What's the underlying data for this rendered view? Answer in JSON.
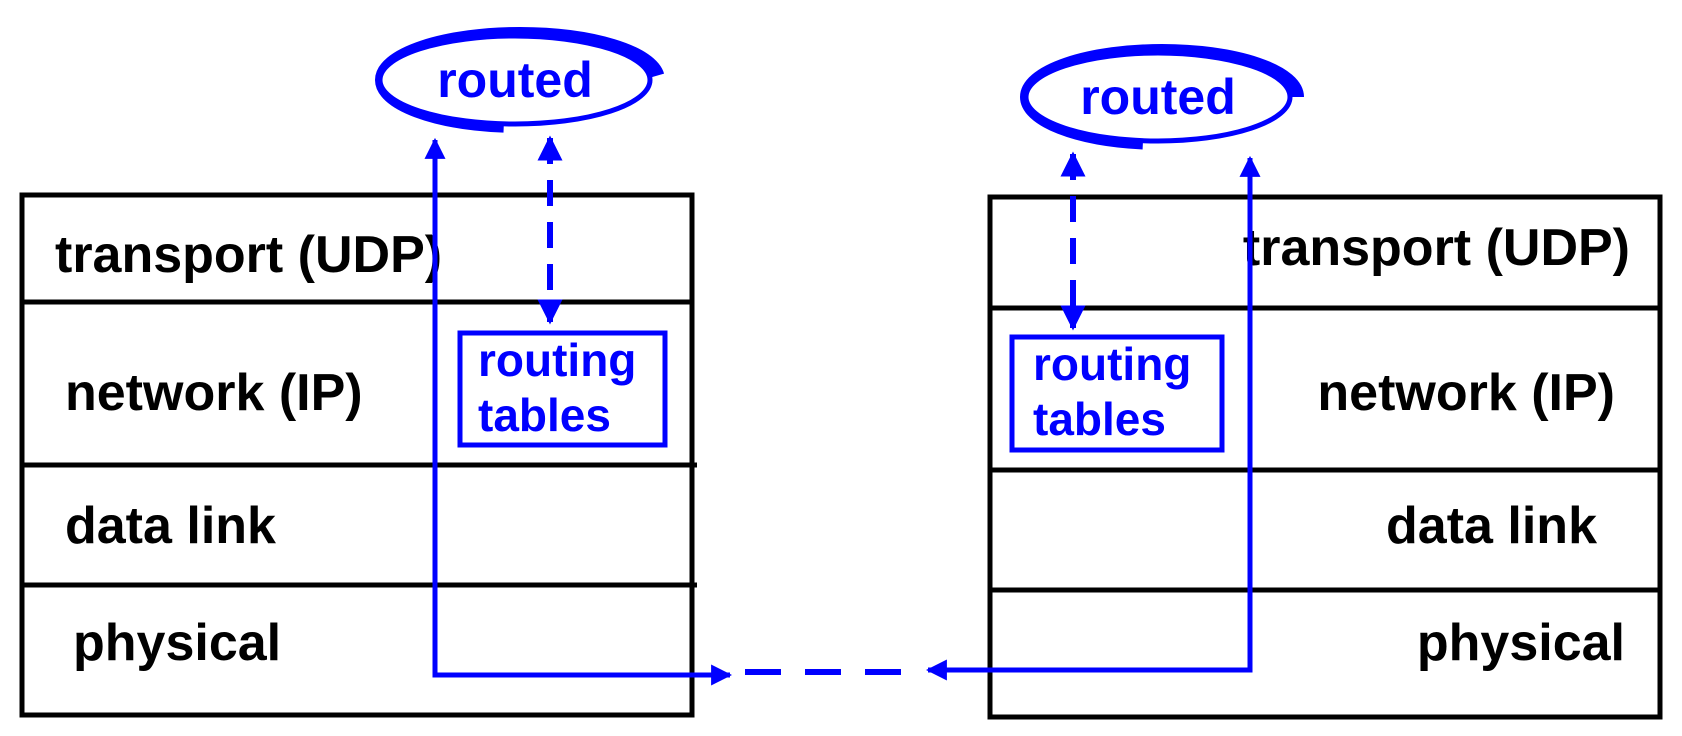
{
  "colors": {
    "accent": "#0000ff",
    "line": "#000000",
    "background": "#ffffff"
  },
  "left_stack": {
    "daemon": "routed",
    "table_line1": "routing",
    "table_line2": "tables",
    "layers": [
      "transport (UDP)",
      "network (IP)",
      "data link",
      "physical"
    ]
  },
  "right_stack": {
    "daemon": "routed",
    "table_line1": "routing",
    "table_line2": "tables",
    "layers": [
      "transport (UDP)",
      "network (IP)",
      "data link",
      "physical"
    ]
  }
}
